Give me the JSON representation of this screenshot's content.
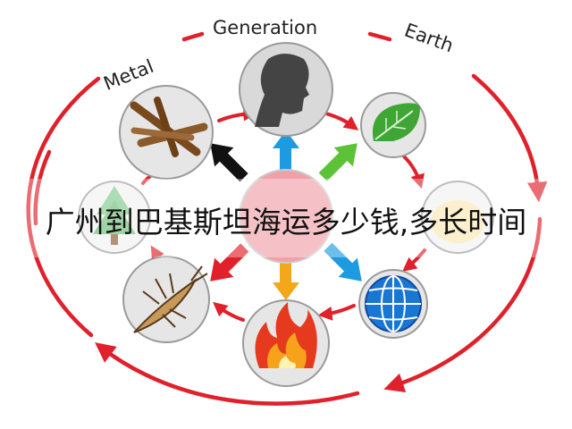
{
  "labels": {
    "metal": "Metal",
    "generation": "Generation",
    "earth": "Earth"
  },
  "overlay": {
    "title": "广州到巴基斯坦海运多少钱,多长时间"
  },
  "nodes": [
    {
      "name": "human-head",
      "icon": "person-silhouette-icon"
    },
    {
      "name": "leaf",
      "icon": "leaf-icon"
    },
    {
      "name": "egg",
      "icon": "egg-icon"
    },
    {
      "name": "globe",
      "icon": "globe-icon"
    },
    {
      "name": "fire",
      "icon": "fire-icon"
    },
    {
      "name": "insect",
      "icon": "insect-icon"
    },
    {
      "name": "tree",
      "icon": "tree-icon"
    },
    {
      "name": "wood",
      "icon": "wood-sticks-icon"
    },
    {
      "name": "center",
      "icon": "center-circle"
    }
  ],
  "colors": {
    "cycle_arrow": "#e0202a",
    "arrow_up": "#1e9be0",
    "arrow_up_right": "#5cc236",
    "arrow_down_right": "#1e9be0",
    "arrow_down": "#f2a81a",
    "arrow_down_left": "#e0202a",
    "arrow_up_left": "#111111",
    "center": "#f0a0a8"
  }
}
